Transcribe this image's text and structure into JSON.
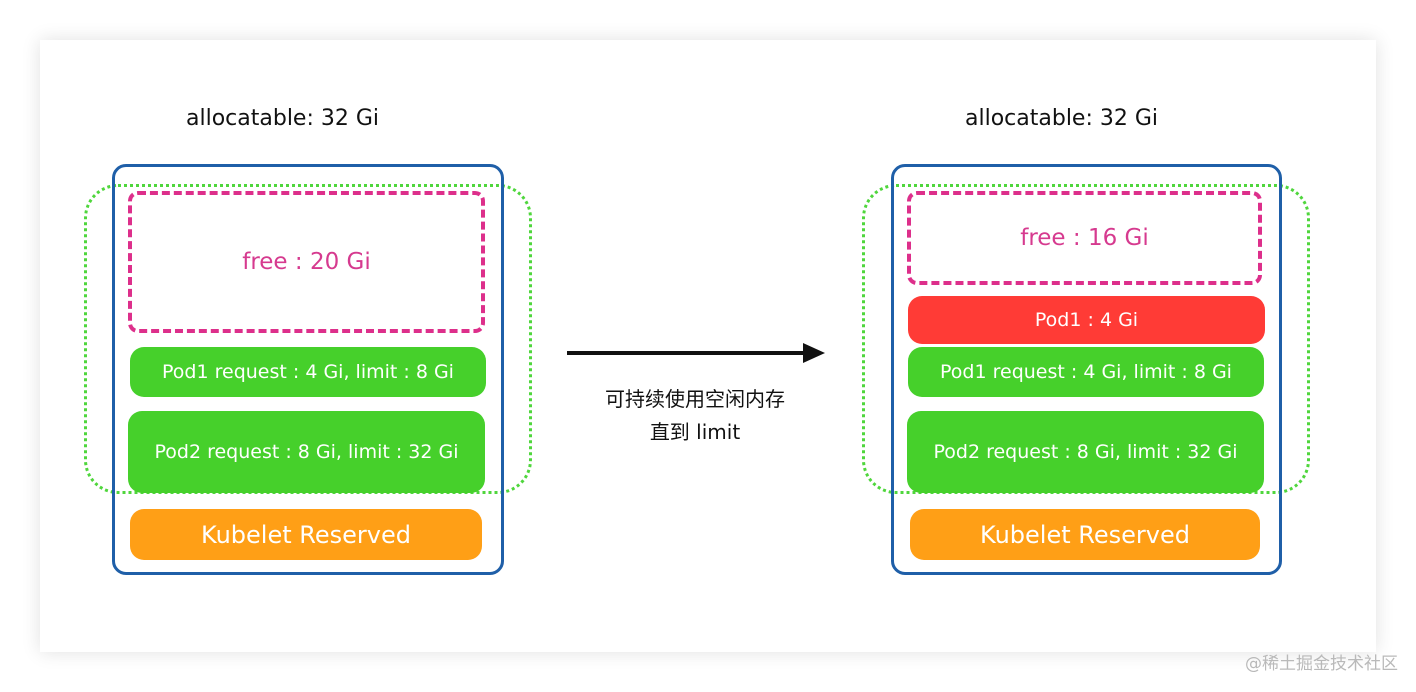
{
  "diagram": {
    "left": {
      "allocatable": "allocatable: 32 Gi",
      "free": "free : 20 Gi",
      "pod1": "Pod1 request : 4 Gi, limit : 8 Gi",
      "pod2": "Pod2 request : 8 Gi, limit : 32 Gi",
      "reserved": "Kubelet Reserved"
    },
    "arrow": {
      "line1": "可持续使用空闲内存",
      "line2": "直到 limit"
    },
    "right": {
      "allocatable": "allocatable: 32 Gi",
      "free": "free : 16 Gi",
      "pod1_usage": "Pod1 : 4 Gi",
      "pod1": "Pod1 request : 4 Gi, limit : 8 Gi",
      "pod2": "Pod2 request : 8 Gi, limit : 32 Gi",
      "reserved": "Kubelet Reserved"
    }
  },
  "watermark": "@稀土掘金技术社区",
  "colors": {
    "frame": "#1f5fa8",
    "dotted_border": "#4fd63c",
    "free_dash": "#dd2f8b",
    "green": "#46d02b",
    "orange": "#ff9f16",
    "red": "#ff3b36"
  }
}
